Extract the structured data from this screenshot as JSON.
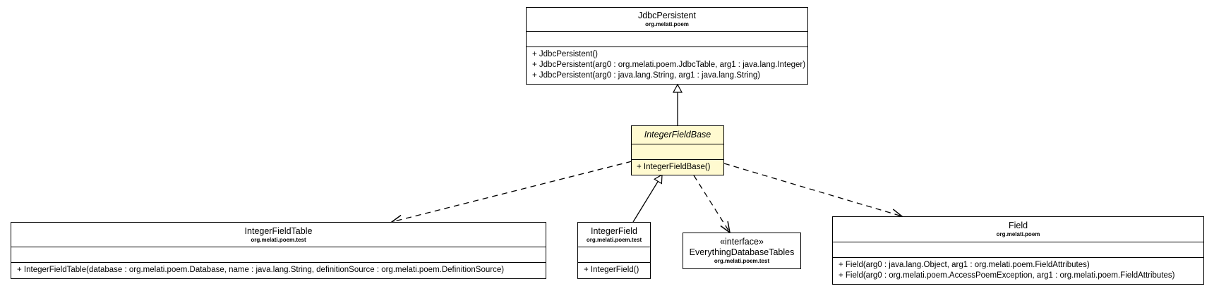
{
  "classes": {
    "jdbc_persistent": {
      "name": "JdbcPersistent",
      "package": "org.melati.poem",
      "operations": [
        "+ JdbcPersistent()",
        "+ JdbcPersistent(arg0 : org.melati.poem.JdbcTable, arg1 : java.lang.Integer)",
        "+ JdbcPersistent(arg0 : java.lang.String, arg1 : java.lang.String)"
      ]
    },
    "integer_field_base": {
      "name": "IntegerFieldBase",
      "operations": [
        "+ IntegerFieldBase()"
      ]
    },
    "integer_field_table": {
      "name": "IntegerFieldTable",
      "package": "org.melati.poem.test",
      "operations": [
        "+ IntegerFieldTable(database : org.melati.poem.Database, name : java.lang.String, definitionSource : org.melati.poem.DefinitionSource)"
      ]
    },
    "integer_field": {
      "name": "IntegerField",
      "package": "org.melati.poem.test",
      "operations": [
        "+ IntegerField()"
      ]
    },
    "everything_database_tables": {
      "stereotype": "«interface»",
      "name": "EverythingDatabaseTables",
      "package": "org.melati.poem.test"
    },
    "field": {
      "name": "Field",
      "package": "org.melati.poem",
      "operations": [
        "+ Field(arg0 : java.lang.Object, arg1 : org.melati.poem.FieldAttributes)",
        "+ Field(arg0 : org.melati.poem.AccessPoemException, arg1 : org.melati.poem.FieldAttributes)"
      ]
    }
  },
  "colors": {
    "highlight": "#fffad0",
    "line": "#000000"
  }
}
